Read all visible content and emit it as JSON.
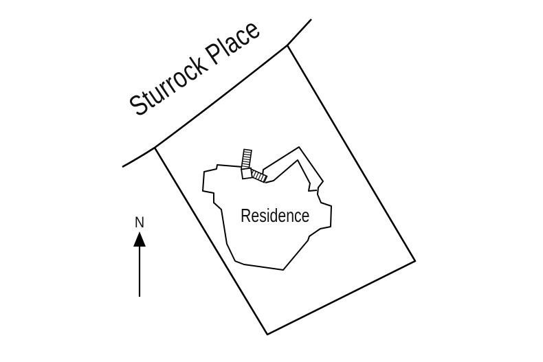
{
  "figure": {
    "title": "site-plan",
    "street_label": "Sturrock Place",
    "building_label": "Residence",
    "compass_label": "N"
  },
  "icons": {
    "north_arrow": "north-arrow-icon",
    "stairs_vertical": "stairs-hatch-vertical",
    "stairs_horizontal": "stairs-hatch-horizontal"
  },
  "colors": {
    "line": "#000000",
    "text": "#111111",
    "background": "#ffffff"
  }
}
